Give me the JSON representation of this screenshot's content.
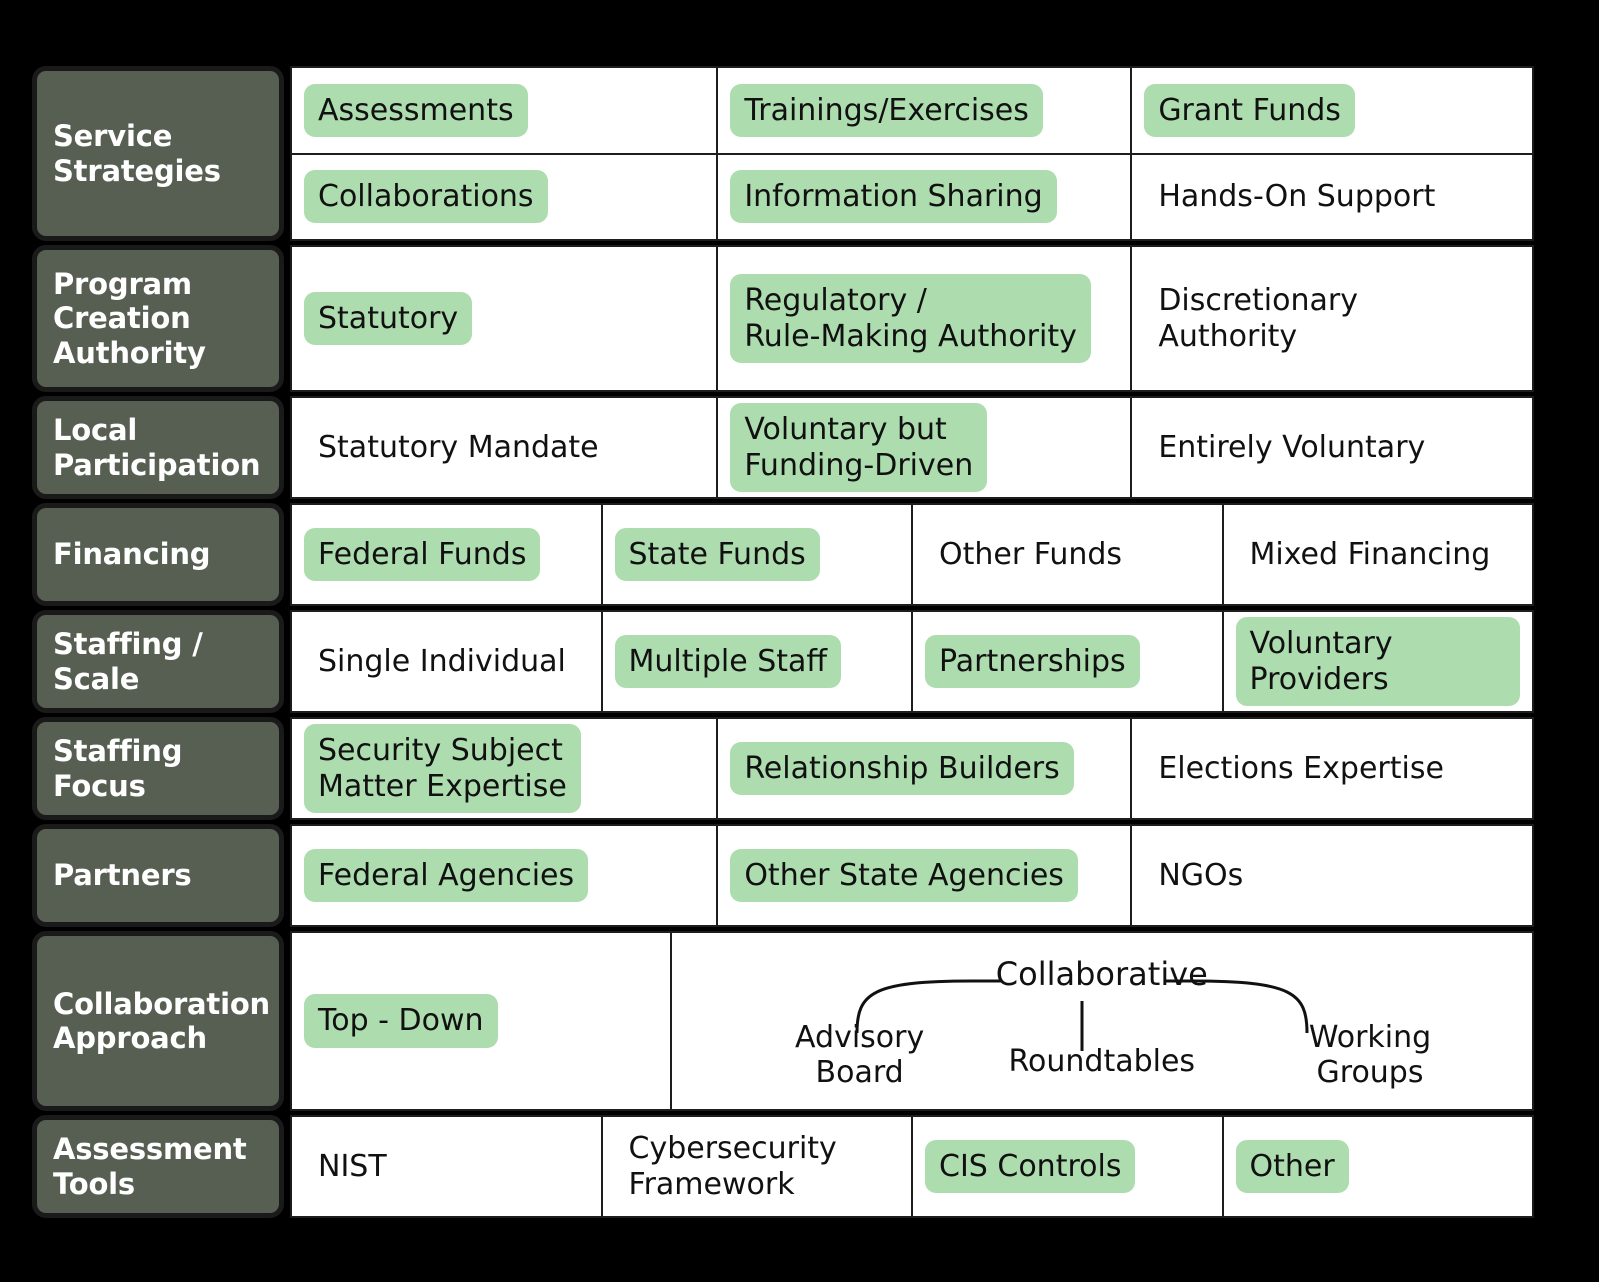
{
  "theme": {
    "page_background": "#000000",
    "label_background": "#565f52",
    "label_text": "#ffffff",
    "cell_background": "#ffffff",
    "highlight": "#addcaf",
    "border": "#1d1d1d",
    "text": "#111111"
  },
  "rows": [
    {
      "label": "Service\nStrategies",
      "layout": "stacked",
      "subrows": [
        [
          {
            "text": "Assessments",
            "highlighted": true
          },
          {
            "text": "Trainings/Exercises",
            "highlighted": true
          },
          {
            "text": "Grant Funds",
            "highlighted": true
          }
        ],
        [
          {
            "text": "Collaborations",
            "highlighted": true
          },
          {
            "text": "Information Sharing",
            "highlighted": true
          },
          {
            "text": "Hands-On Support",
            "highlighted": false
          }
        ]
      ]
    },
    {
      "label": "Program\nCreation\nAuthority",
      "layout": "single",
      "cells": [
        {
          "text": "Statutory",
          "highlighted": true
        },
        {
          "text": "Regulatory /\nRule-Making Authority",
          "highlighted": true
        },
        {
          "text": "Discretionary\nAuthority",
          "highlighted": false
        }
      ]
    },
    {
      "label": "Local\nParticipation",
      "layout": "single",
      "cells": [
        {
          "text": "Statutory Mandate",
          "highlighted": false
        },
        {
          "text": "Voluntary but\nFunding-Driven",
          "highlighted": true
        },
        {
          "text": "Entirely Voluntary",
          "highlighted": false
        }
      ]
    },
    {
      "label": "Financing",
      "layout": "single",
      "cells": [
        {
          "text": "Federal Funds",
          "highlighted": true
        },
        {
          "text": "State Funds",
          "highlighted": true
        },
        {
          "text": "Other Funds",
          "highlighted": false
        },
        {
          "text": "Mixed Financing",
          "highlighted": false
        }
      ]
    },
    {
      "label": "Staffing /\nScale",
      "layout": "single",
      "cells": [
        {
          "text": "Single Individual",
          "highlighted": false
        },
        {
          "text": "Multiple Staff",
          "highlighted": true
        },
        {
          "text": "Partnerships",
          "highlighted": true
        },
        {
          "text": "Voluntary Providers",
          "highlighted": true
        }
      ]
    },
    {
      "label": "Staffing\nFocus",
      "layout": "single",
      "cells": [
        {
          "text": "Security Subject\nMatter Expertise",
          "highlighted": true
        },
        {
          "text": "Relationship Builders",
          "highlighted": true
        },
        {
          "text": "Elections Expertise",
          "highlighted": false
        }
      ]
    },
    {
      "label": "Partners",
      "layout": "single",
      "cells": [
        {
          "text": "Federal Agencies",
          "highlighted": true
        },
        {
          "text": "Other State Agencies",
          "highlighted": true
        },
        {
          "text": "NGOs",
          "highlighted": false
        }
      ]
    },
    {
      "label": "Collaboration\nApproach",
      "layout": "collab",
      "cells": [
        {
          "text": "Top - Down",
          "highlighted": true
        }
      ],
      "diagram": {
        "title": "Collaborative",
        "branches": [
          "Advisory\nBoard",
          "Roundtables",
          "Working\nGroups"
        ]
      }
    },
    {
      "label": "Assessment\nTools",
      "layout": "single",
      "cells": [
        {
          "text": "NIST",
          "highlighted": false
        },
        {
          "text": "Cybersecurity\nFramework",
          "highlighted": false
        },
        {
          "text": "CIS Controls",
          "highlighted": true
        },
        {
          "text": "Other",
          "highlighted": true
        }
      ]
    }
  ]
}
